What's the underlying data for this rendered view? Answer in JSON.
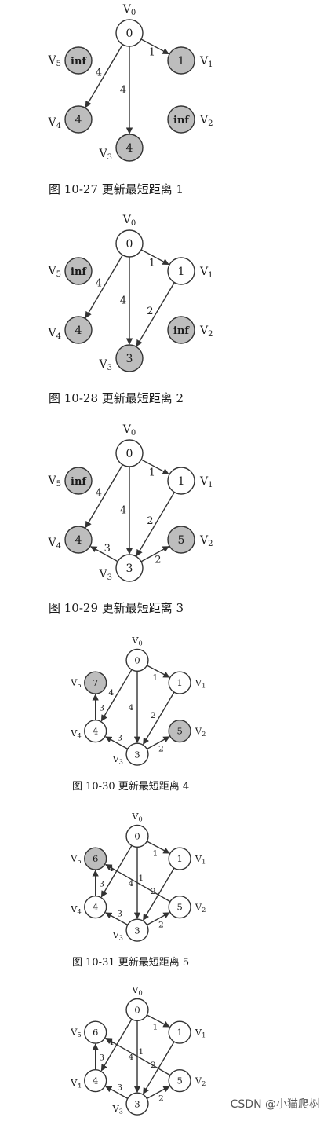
{
  "diagrams": [
    {
      "caption": "图 10-27   更新最短距离 1",
      "nodes": [
        {
          "id": "V0",
          "value": "0",
          "shaded": false
        },
        {
          "id": "V1",
          "value": "1",
          "shaded": true
        },
        {
          "id": "V2",
          "value": "inf",
          "shaded": true
        },
        {
          "id": "V3",
          "value": "4",
          "shaded": true
        },
        {
          "id": "V4",
          "value": "4",
          "shaded": true
        },
        {
          "id": "V5",
          "value": "inf",
          "shaded": true
        }
      ],
      "edges": [
        {
          "from": "V0",
          "to": "V1",
          "weight": "1"
        },
        {
          "from": "V0",
          "to": "V4",
          "weight": "4"
        },
        {
          "from": "V0",
          "to": "V3",
          "weight": "4"
        }
      ]
    },
    {
      "caption": "图 10-28   更新最短距离 2",
      "nodes": [
        {
          "id": "V0",
          "value": "0",
          "shaded": false
        },
        {
          "id": "V1",
          "value": "1",
          "shaded": false
        },
        {
          "id": "V2",
          "value": "inf",
          "shaded": true
        },
        {
          "id": "V3",
          "value": "3",
          "shaded": true
        },
        {
          "id": "V4",
          "value": "4",
          "shaded": true
        },
        {
          "id": "V5",
          "value": "inf",
          "shaded": true
        }
      ],
      "edges": [
        {
          "from": "V0",
          "to": "V1",
          "weight": "1"
        },
        {
          "from": "V0",
          "to": "V4",
          "weight": "4"
        },
        {
          "from": "V0",
          "to": "V3",
          "weight": "4"
        },
        {
          "from": "V1",
          "to": "V3",
          "weight": "2"
        }
      ]
    },
    {
      "caption": "图 10-29   更新最短距离 3",
      "nodes": [
        {
          "id": "V0",
          "value": "0",
          "shaded": false
        },
        {
          "id": "V1",
          "value": "1",
          "shaded": false
        },
        {
          "id": "V2",
          "value": "5",
          "shaded": true
        },
        {
          "id": "V3",
          "value": "3",
          "shaded": false
        },
        {
          "id": "V4",
          "value": "4",
          "shaded": true
        },
        {
          "id": "V5",
          "value": "inf",
          "shaded": true
        }
      ],
      "edges": [
        {
          "from": "V0",
          "to": "V1",
          "weight": "1"
        },
        {
          "from": "V0",
          "to": "V4",
          "weight": "4"
        },
        {
          "from": "V0",
          "to": "V3",
          "weight": "4"
        },
        {
          "from": "V1",
          "to": "V3",
          "weight": "2"
        },
        {
          "from": "V3",
          "to": "V4",
          "weight": "3"
        },
        {
          "from": "V3",
          "to": "V2",
          "weight": "2"
        }
      ]
    },
    {
      "caption": "图 10-30   更新最短距离 4",
      "nodes": [
        {
          "id": "V0",
          "value": "0",
          "shaded": false
        },
        {
          "id": "V1",
          "value": "1",
          "shaded": false
        },
        {
          "id": "V2",
          "value": "5",
          "shaded": true
        },
        {
          "id": "V3",
          "value": "3",
          "shaded": false
        },
        {
          "id": "V4",
          "value": "4",
          "shaded": false
        },
        {
          "id": "V5",
          "value": "7",
          "shaded": true
        }
      ],
      "edges": [
        {
          "from": "V0",
          "to": "V1",
          "weight": "1"
        },
        {
          "from": "V0",
          "to": "V4",
          "weight": "4"
        },
        {
          "from": "V0",
          "to": "V3",
          "weight": "4"
        },
        {
          "from": "V1",
          "to": "V3",
          "weight": "2"
        },
        {
          "from": "V3",
          "to": "V4",
          "weight": "3"
        },
        {
          "from": "V3",
          "to": "V2",
          "weight": "2"
        },
        {
          "from": "V4",
          "to": "V5",
          "weight": "3"
        }
      ]
    },
    {
      "caption": "图 10-31   更新最短距离 5",
      "nodes": [
        {
          "id": "V0",
          "value": "0",
          "shaded": false
        },
        {
          "id": "V1",
          "value": "1",
          "shaded": false
        },
        {
          "id": "V2",
          "value": "5",
          "shaded": false
        },
        {
          "id": "V3",
          "value": "3",
          "shaded": false
        },
        {
          "id": "V4",
          "value": "4",
          "shaded": false
        },
        {
          "id": "V5",
          "value": "6",
          "shaded": true
        }
      ],
      "edges": [
        {
          "from": "V0",
          "to": "V1",
          "weight": "1"
        },
        {
          "from": "V0",
          "to": "V4",
          "weight": "4"
        },
        {
          "from": "V0",
          "to": "V3",
          "weight": "4"
        },
        {
          "from": "V1",
          "to": "V3",
          "weight": "2"
        },
        {
          "from": "V3",
          "to": "V4",
          "weight": "3"
        },
        {
          "from": "V3",
          "to": "V2",
          "weight": "2"
        },
        {
          "from": "V4",
          "to": "V5",
          "weight": "3"
        },
        {
          "from": "V2",
          "to": "V5",
          "weight": "1"
        }
      ]
    },
    {
      "caption": "",
      "nodes": [
        {
          "id": "V0",
          "value": "0",
          "shaded": false
        },
        {
          "id": "V1",
          "value": "1",
          "shaded": false
        },
        {
          "id": "V2",
          "value": "5",
          "shaded": false
        },
        {
          "id": "V3",
          "value": "3",
          "shaded": false
        },
        {
          "id": "V4",
          "value": "4",
          "shaded": false
        },
        {
          "id": "V5",
          "value": "6",
          "shaded": false
        }
      ],
      "edges": [
        {
          "from": "V0",
          "to": "V1",
          "weight": "1"
        },
        {
          "from": "V0",
          "to": "V4",
          "weight": "4"
        },
        {
          "from": "V0",
          "to": "V3",
          "weight": "4"
        },
        {
          "from": "V1",
          "to": "V3",
          "weight": "2"
        },
        {
          "from": "V3",
          "to": "V4",
          "weight": "3"
        },
        {
          "from": "V3",
          "to": "V2",
          "weight": "2"
        },
        {
          "from": "V4",
          "to": "V5",
          "weight": "3"
        },
        {
          "from": "V2",
          "to": "V5",
          "weight": "1"
        }
      ]
    }
  ],
  "watermark": "CSDN @小猫爬树",
  "colors": {
    "shade": "#bdbdbd",
    "stroke": "#333333"
  }
}
